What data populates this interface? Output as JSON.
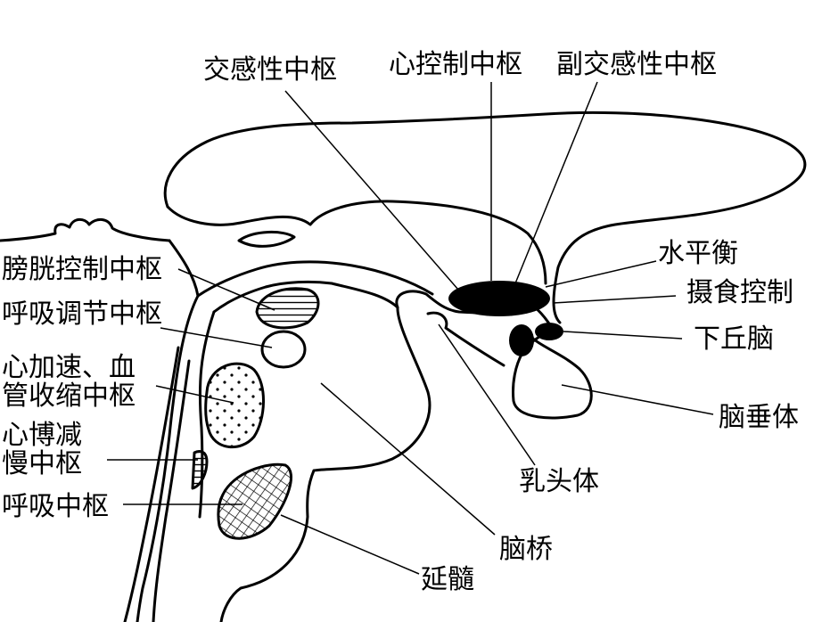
{
  "labels": {
    "sympathetic_center": "交感性中枢",
    "cardiac_control_center": "心控制中枢",
    "parasympathetic_center": "副交感性中枢",
    "water_balance": "水平衡",
    "feeding_control": "摄食控制",
    "hypothalamus": "下丘脑",
    "pituitary": "脑垂体",
    "mammillary_body": "乳头体",
    "pons": "脑桥",
    "medulla": "延髓",
    "bladder_control_center": "膀胱控制中枢",
    "respiratory_regulation_center": "呼吸调节中枢",
    "cardio_accel_line1": "心加速、血",
    "cardio_accel_line2": "管收缩中枢",
    "cardio_decel_line1": "心博减",
    "cardio_decel_line2": "慢中枢",
    "respiratory_center": "呼吸中枢"
  },
  "colors": {
    "stroke": "#000000",
    "background": "#ffffff"
  }
}
